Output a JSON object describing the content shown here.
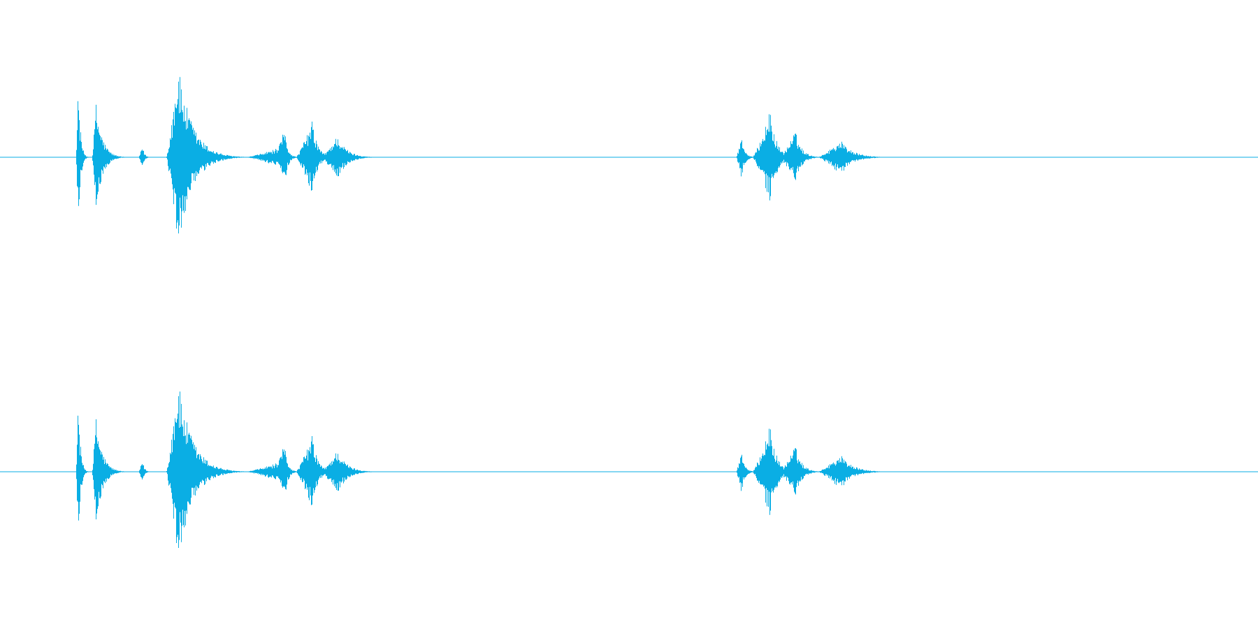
{
  "chart_data": {
    "type": "area",
    "title": "",
    "xlabel": "",
    "ylabel": "",
    "xlim": [
      0,
      1
    ],
    "ylim": [
      -1,
      1
    ],
    "grid": false,
    "legend": "none",
    "color": "#0aaee4",
    "channels": [
      {
        "bursts": [
          {
            "start": 0.06,
            "peak": 0.062,
            "end": 0.072,
            "amp": 0.5
          },
          {
            "start": 0.073,
            "peak": 0.076,
            "end": 0.105,
            "amp": 0.38
          },
          {
            "start": 0.11,
            "peak": 0.113,
            "end": 0.122,
            "amp": 0.08
          },
          {
            "start": 0.132,
            "peak": 0.141,
            "end": 0.205,
            "amp": 0.64
          },
          {
            "start": 0.195,
            "peak": 0.22,
            "end": 0.24,
            "amp": 0.06
          },
          {
            "start": 0.218,
            "peak": 0.226,
            "end": 0.24,
            "amp": 0.2
          },
          {
            "start": 0.235,
            "peak": 0.248,
            "end": 0.272,
            "amp": 0.25
          },
          {
            "start": 0.255,
            "peak": 0.268,
            "end": 0.31,
            "amp": 0.15
          },
          {
            "start": 0.585,
            "peak": 0.589,
            "end": 0.604,
            "amp": 0.15
          },
          {
            "start": 0.598,
            "peak": 0.612,
            "end": 0.64,
            "amp": 0.32
          },
          {
            "start": 0.62,
            "peak": 0.632,
            "end": 0.66,
            "amp": 0.18
          },
          {
            "start": 0.65,
            "peak": 0.668,
            "end": 0.72,
            "amp": 0.12
          }
        ]
      },
      {
        "bursts": [
          {
            "start": 0.06,
            "peak": 0.062,
            "end": 0.072,
            "amp": 0.5
          },
          {
            "start": 0.073,
            "peak": 0.076,
            "end": 0.105,
            "amp": 0.38
          },
          {
            "start": 0.11,
            "peak": 0.113,
            "end": 0.122,
            "amp": 0.08
          },
          {
            "start": 0.132,
            "peak": 0.141,
            "end": 0.205,
            "amp": 0.64
          },
          {
            "start": 0.195,
            "peak": 0.22,
            "end": 0.24,
            "amp": 0.06
          },
          {
            "start": 0.218,
            "peak": 0.226,
            "end": 0.24,
            "amp": 0.2
          },
          {
            "start": 0.235,
            "peak": 0.248,
            "end": 0.272,
            "amp": 0.25
          },
          {
            "start": 0.255,
            "peak": 0.268,
            "end": 0.31,
            "amp": 0.15
          },
          {
            "start": 0.585,
            "peak": 0.589,
            "end": 0.604,
            "amp": 0.15
          },
          {
            "start": 0.598,
            "peak": 0.612,
            "end": 0.64,
            "amp": 0.32
          },
          {
            "start": 0.62,
            "peak": 0.632,
            "end": 0.66,
            "amp": 0.18
          },
          {
            "start": 0.65,
            "peak": 0.668,
            "end": 0.72,
            "amp": 0.12
          }
        ]
      }
    ]
  }
}
